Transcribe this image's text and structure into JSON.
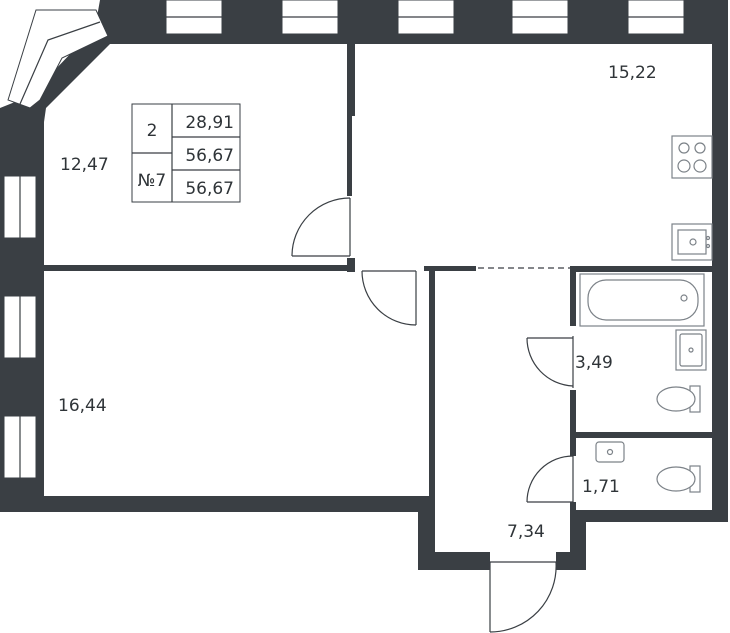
{
  "apartment": {
    "rooms_count": "2",
    "number": "№7",
    "living_area": "28,91",
    "total_area": "56,67",
    "total_area_with_balcony": "56,67"
  },
  "rooms": {
    "bedroom": "12,47",
    "kitchen_living": "15,22",
    "living_room": "16,44",
    "bathroom": "3,49",
    "toilet": "1,71",
    "hallway": "7,34"
  }
}
